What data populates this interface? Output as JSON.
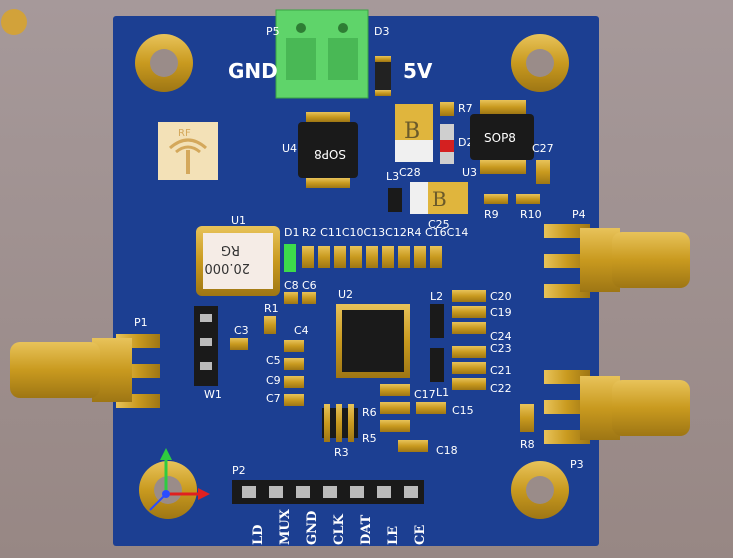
{
  "board": {
    "colors": {
      "pcb": "#1b3f8f",
      "gold": "#c9a227",
      "silk": "#ffffff",
      "connector_green": "#5fd46a",
      "chip": "#1a1a1a"
    },
    "labels": {
      "gnd": "GND",
      "five_v": "5V",
      "p5": "P5",
      "d3": "D3",
      "r7": "R7",
      "d2": "D2",
      "u4": "U4",
      "u3": "U3",
      "sop8_a": "SOP8",
      "sop8_b": "SOP8",
      "c28": "C28",
      "c27": "C27",
      "l3": "L3",
      "c25": "C25",
      "r9": "R9",
      "r10": "R10",
      "u1": "U1",
      "crystal_rg": "RG",
      "crystal_freq": "20.000",
      "d1": "D1",
      "row_caps": "R2 C11C10C13C12R4 C16C14",
      "p4": "P4",
      "p1": "P1",
      "p3": "P3",
      "p2": "P2",
      "u2": "U2",
      "c8": "C8",
      "c6": "C6",
      "r1": "R1",
      "c3": "C3",
      "c4": "C4",
      "c5": "C5",
      "c9": "C9",
      "c7": "C7",
      "w1": "W1",
      "l2": "L2",
      "l1": "L1",
      "c20": "C20",
      "c19": "C19",
      "c24": "C24",
      "c23": "C23",
      "c21": "C21",
      "c22": "C22",
      "c17": "C17",
      "c15": "C15",
      "r6": "R6",
      "r5": "R5",
      "r3": "R3",
      "c18": "C18",
      "r8": "R8",
      "rf": "RF"
    },
    "header_pins": [
      "LD",
      "MUX",
      "GND",
      "CLK",
      "DAT",
      "LE",
      "CE"
    ]
  }
}
